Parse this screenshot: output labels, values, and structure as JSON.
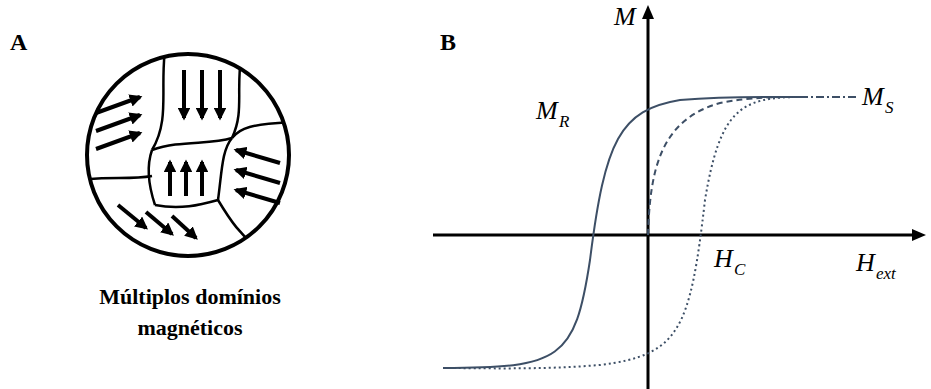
{
  "diagram": {
    "labels": [
      "A",
      "Múltiplos domínios magnéticos",
      "B",
      "M",
      "M",
      "R",
      "M",
      "S",
      "H",
      "C",
      "H",
      "ext"
    ]
  }
}
